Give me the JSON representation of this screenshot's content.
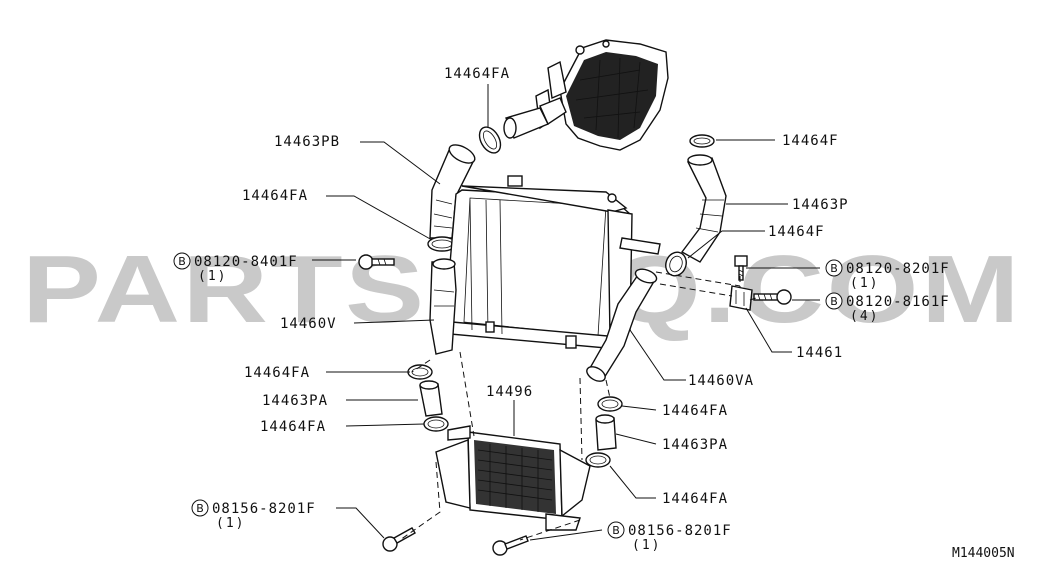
{
  "watermark": "PARTSOUQ.COM",
  "diagram_code": "M144005N",
  "bolt_marker": "B",
  "labels": {
    "p14464FA_top": "14464FA",
    "p14463PB": "14463PB",
    "p14464FA_left": "14464FA",
    "p14464F_top": "14464F",
    "p14463P": "14463P",
    "p14464F_mid": "14464F",
    "p14460V": "14460V",
    "p14460VA": "14460VA",
    "p14461": "14461",
    "p14464FA_l2": "14464FA",
    "p14463PA_l": "14463PA",
    "p14464FA_l3": "14464FA",
    "p14496": "14496",
    "p14464FA_r1": "14464FA",
    "p14463PA_r": "14463PA",
    "p14464FA_r2": "14464FA"
  },
  "bolts": {
    "b1": {
      "code": "08120-8401F",
      "qty": "(1)"
    },
    "b2": {
      "code": "08120-8201F",
      "qty": "(1)"
    },
    "b3": {
      "code": "08120-8161F",
      "qty": "(4)"
    },
    "b4": {
      "code": "08156-8201F",
      "qty": "(1)"
    },
    "b5": {
      "code": "08156-8201F",
      "qty": "(1)"
    }
  }
}
